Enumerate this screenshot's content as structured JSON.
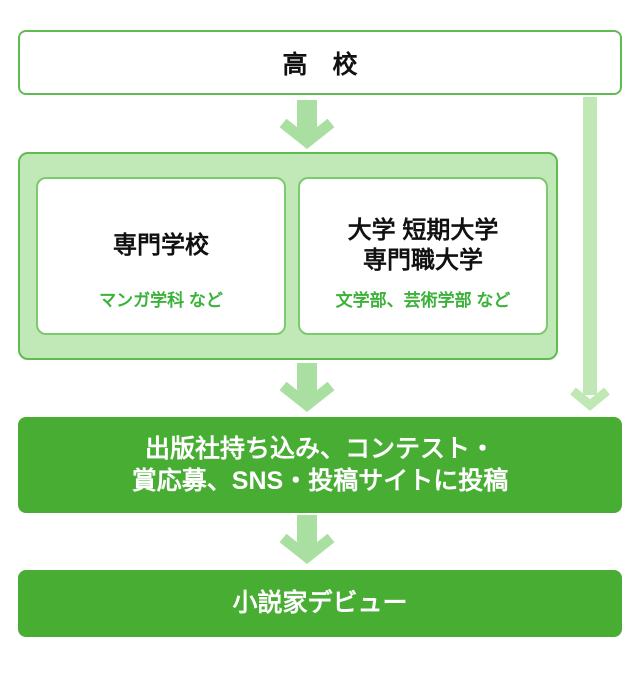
{
  "diagram_title": "novelist-career-path-flowchart",
  "colors": {
    "outline_green": "#5fbc51",
    "inner_outline_green": "#7cc96e",
    "panel_fill_green": "#c1e8b7",
    "arrow_green": "#a9dfa0",
    "side_arrow_green": "#bfe8b5",
    "solid_green": "#47ad33",
    "note_text_green": "#3cb23a",
    "title_text": "#111111",
    "white_text": "#ffffff"
  },
  "flowchart": {
    "top_box": {
      "label": "高　校"
    },
    "education_group": {
      "left_box": {
        "title": "専門学校",
        "note": "マンガ学科 など"
      },
      "right_box": {
        "title_line1": "大学 短期大学",
        "title_line2": "専門職大学",
        "note": "文学部、芸術学部 など"
      }
    },
    "submission_box": {
      "line1": "出版社持ち込み、コンテスト・",
      "line2": "賞応募、SNS・投稿サイトに投稿"
    },
    "debut_box": {
      "label": "小説家デビュー"
    }
  }
}
